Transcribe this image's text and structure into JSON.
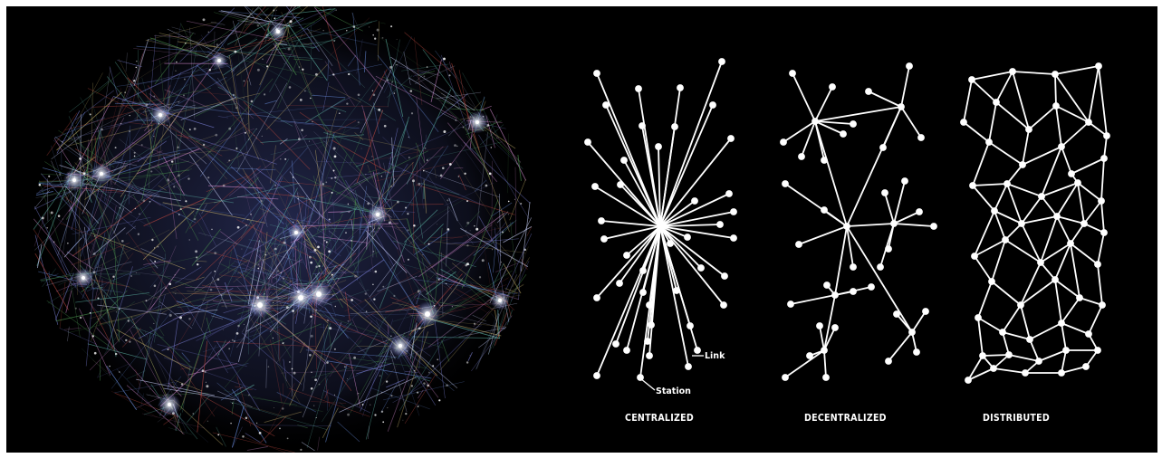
{
  "figure": {
    "background": "#000000",
    "left_panel": {
      "kind": "internet-map-visualization",
      "palette": [
        "#7b7fd6",
        "#5fb7a8",
        "#b7463e",
        "#4e9a52",
        "#c9b36a",
        "#d58bd0",
        "#6a8fe0",
        "#cfd6ff"
      ]
    },
    "diagrams": [
      {
        "id": "centralized",
        "caption": "CENTRALIZED"
      },
      {
        "id": "decentralized",
        "caption": "DECENTRALIZED"
      },
      {
        "id": "distributed",
        "caption": "DISTRIBUTED"
      }
    ],
    "annotations": {
      "link": "Link",
      "station": "Station"
    },
    "node_color": "#ffffff",
    "link_color": "#ffffff"
  }
}
